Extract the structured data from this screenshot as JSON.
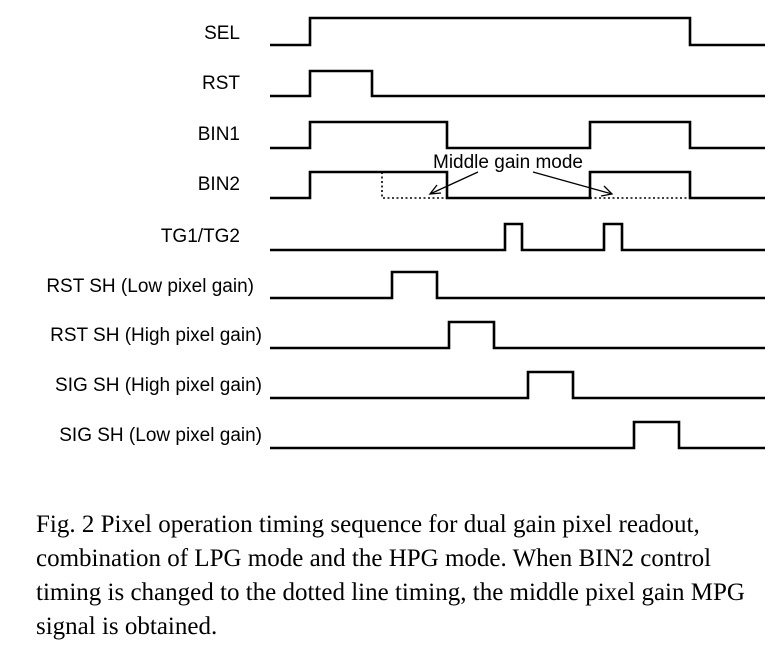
{
  "signals": [
    {
      "id": "sel",
      "label": "SEL"
    },
    {
      "id": "rst",
      "label": "RST"
    },
    {
      "id": "bin1",
      "label": "BIN1"
    },
    {
      "id": "bin2",
      "label": "BIN2"
    },
    {
      "id": "tg",
      "label": "TG1/TG2"
    },
    {
      "id": "rst-sh-low",
      "label": "RST SH (Low pixel gain)"
    },
    {
      "id": "rst-sh-high",
      "label": "RST SH (High pixel gain)"
    },
    {
      "id": "sig-sh-high",
      "label": "SIG SH (High pixel gain)"
    },
    {
      "id": "sig-sh-low",
      "label": "SIG SH (Low pixel gain)"
    }
  ],
  "annotation": "Middle gain mode",
  "caption": "Fig. 2 Pixel operation timing sequence for dual gain pixel readout, combination of LPG mode and the HPG mode.  When BIN2 control timing is changed to the dotted line timing, the middle pixel gain MPG signal is obtained."
}
